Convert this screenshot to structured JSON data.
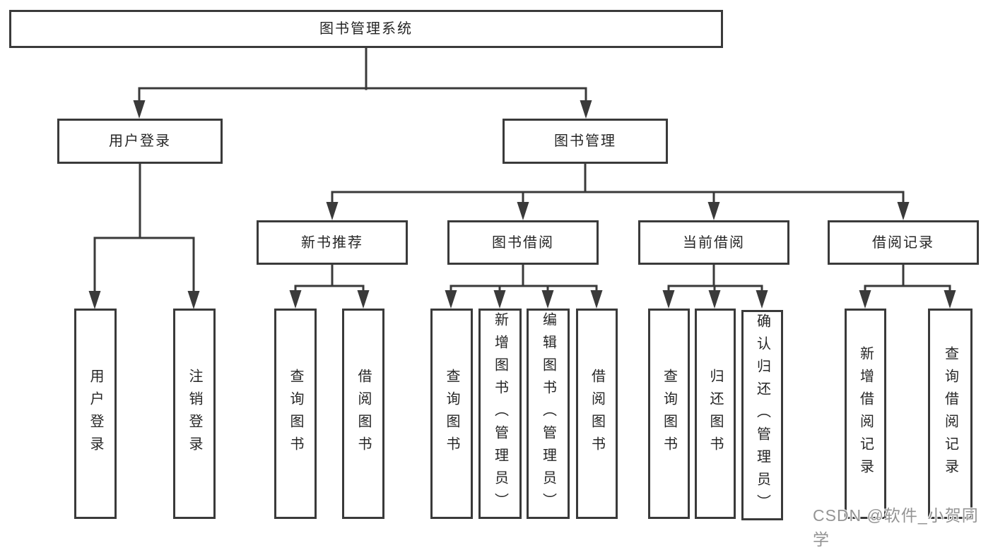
{
  "root": {
    "label": "图书管理系统"
  },
  "branches": [
    {
      "label": "用户登录"
    },
    {
      "label": "图书管理"
    }
  ],
  "modules": [
    {
      "label": "新书推荐"
    },
    {
      "label": "图书借阅"
    },
    {
      "label": "当前借阅"
    },
    {
      "label": "借阅记录"
    }
  ],
  "leaves": [
    {
      "label": "用户登录"
    },
    {
      "label": "注销登录"
    },
    {
      "label": "查询图书"
    },
    {
      "label": "借阅图书"
    },
    {
      "label": "查询图书"
    },
    {
      "label": "新增图书（管理员）"
    },
    {
      "label": "编辑图书（管理员）"
    },
    {
      "label": "借阅图书"
    },
    {
      "label": "查询图书"
    },
    {
      "label": "归还图书"
    },
    {
      "label": "确认归还（管理员）"
    },
    {
      "label": "新增借阅记录"
    },
    {
      "label": "查询借阅记录"
    }
  ],
  "watermark": "CSDN @软件_小贺同学",
  "colors": {
    "line": "#3a3a3a",
    "text": "#262626",
    "watermark": "#949494"
  }
}
